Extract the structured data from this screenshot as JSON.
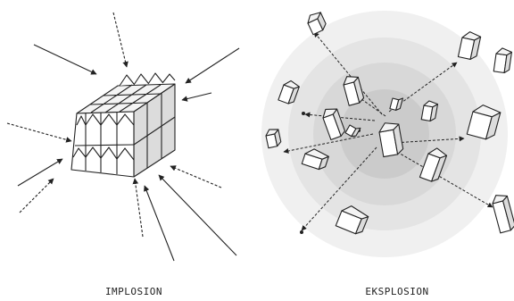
{
  "captions": {
    "implosion": "IMPLOSION",
    "explosion": "EKSPLOSION"
  },
  "colors": {
    "ink": "#222222",
    "face_top": "#ffffff",
    "face_front": "#ffffff",
    "face_side": "#dcdcdc",
    "ring_outer": "#eeeeee",
    "ring_mid": "#e2e2e2",
    "ring_inner": "#d6d6d6",
    "ring_core": "#c9c9c9"
  },
  "icons": {
    "implosion_block": "stacked-houses-cube",
    "explosion_fragment": "house-block"
  }
}
